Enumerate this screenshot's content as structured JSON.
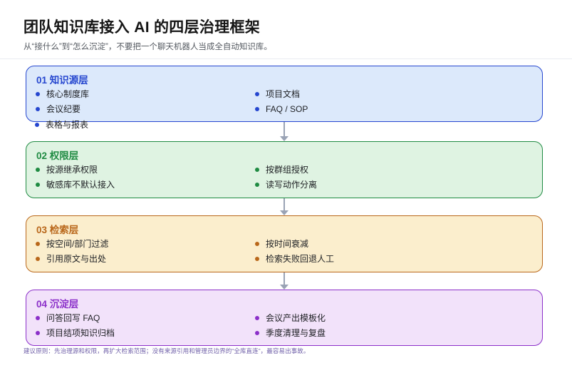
{
  "header": {
    "title": "团队知识库接入 AI 的四层治理框架",
    "subtitle": "从“接什么”到“怎么沉淀”，不要把一个聊天机器人当成全自动知识库。"
  },
  "layers": [
    {
      "id": "01",
      "heading": "01 知识源层",
      "fill": "#dce9fb",
      "border": "#2546cf",
      "accent": "#2546cf",
      "left_items": [
        "核心制度库",
        "会议纪要"
      ],
      "right_items": [
        "项目文档",
        "FAQ / SOP"
      ],
      "overflow_item": "表格与报表"
    },
    {
      "id": "02",
      "heading": "02 权限层",
      "fill": "#dff3e2",
      "border": "#1f8b42",
      "accent": "#1f8b42",
      "left_items": [
        "按源继承权限",
        "敏感库不默认接入"
      ],
      "right_items": [
        "按群组授权",
        "读写动作分离"
      ],
      "overflow_item": ""
    },
    {
      "id": "03",
      "heading": "03 检索层",
      "fill": "#fbeecd",
      "border": "#b9671a",
      "accent": "#b9671a",
      "left_items": [
        "按空间/部门过滤",
        "引用原文与出处"
      ],
      "right_items": [
        "按时间衰减",
        "检索失败回退人工"
      ],
      "overflow_item": ""
    },
    {
      "id": "04",
      "heading": "04 沉淀层",
      "fill": "#f2e2fa",
      "border": "#8b2fc9",
      "accent": "#8b2fc9",
      "left_items": [
        "问答回写 FAQ",
        "项目结项知识归档"
      ],
      "right_items": [
        "会议产出模板化",
        "季度清理与复盘"
      ],
      "overflow_item": ""
    }
  ],
  "connectors": {
    "color": "#9aa3b5",
    "count": 3
  },
  "footnote": "建议原则：先治理源和权限，再扩大检索范围；没有来源引用和管理员边界的“全库直连”，最容易出事故。"
}
